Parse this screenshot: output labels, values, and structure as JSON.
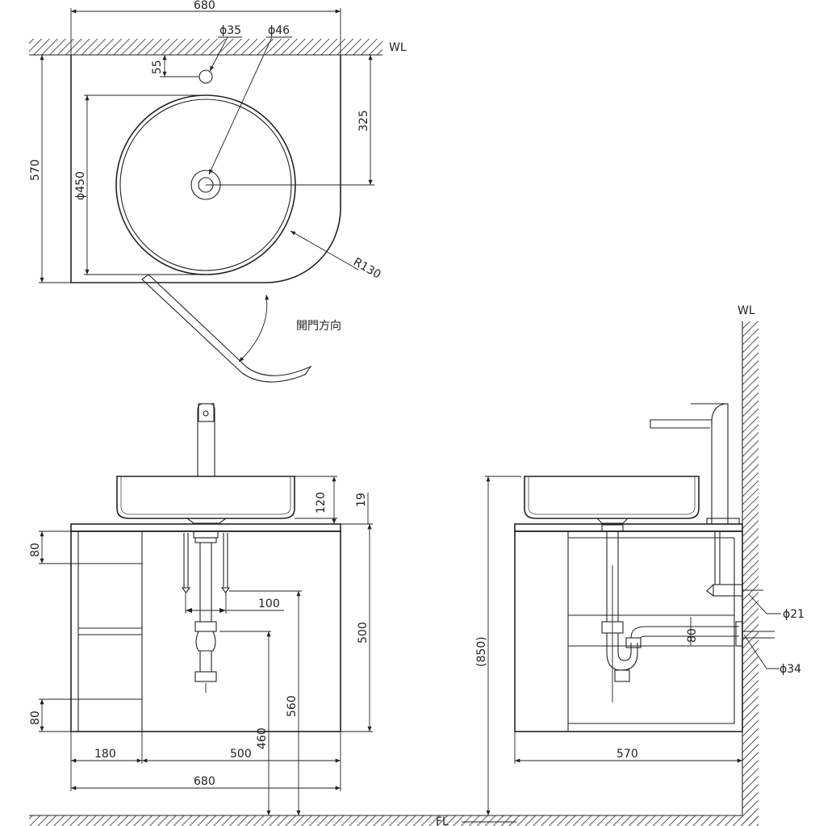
{
  "plan": {
    "dim_width_top": "680",
    "dim_faucet_hole": "ϕ35",
    "dim_drain": "ϕ46",
    "dim_hole_offset": "55",
    "dim_depth": "570",
    "dim_basin_center": "325",
    "dim_basin_dia": "ϕ450",
    "dim_radius": "R130",
    "wall_label": "WL",
    "door_swing_label": "開門方向"
  },
  "front": {
    "dim_basin_height": "120",
    "dim_counter_thk": "19",
    "dim_drawer_top": "80",
    "dim_drawer_bottom": "80",
    "dim_supply_spacing": "100",
    "dim_cabinet_height": "500",
    "dim_trap_height": "460",
    "dim_supply_height": "560",
    "dim_left_width": "180",
    "dim_right_width": "500",
    "dim_total_width": "680",
    "floor_label": "FL"
  },
  "side": {
    "wall_label": "WL",
    "dim_total_height": "(850)",
    "dim_supply_pipe": "ϕ21",
    "dim_drain_pipe": "ϕ34",
    "dim_drain_offset": "80",
    "dim_depth": "570"
  }
}
